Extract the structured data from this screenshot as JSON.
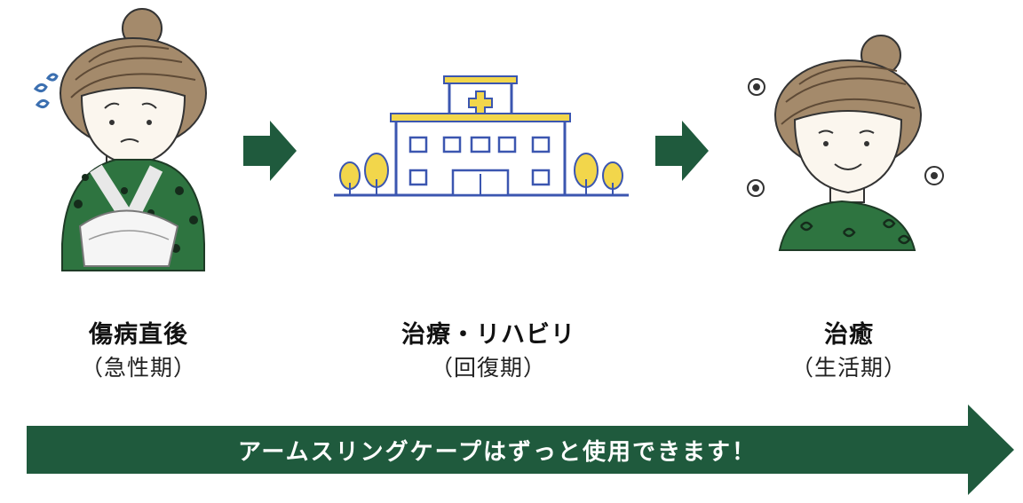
{
  "stages": [
    {
      "title": "傷病直後",
      "subtitle": "（急性期）"
    },
    {
      "title": "治療・リハビリ",
      "subtitle": "（回復期）"
    },
    {
      "title": "治癒",
      "subtitle": "（生活期）"
    }
  ],
  "banner": {
    "text": "アームスリングケープはずっと使用できます！"
  },
  "colors": {
    "dark_green": "#1f5a3d",
    "hair": "#a48a6b",
    "building_blue": "#3b56b0",
    "tree_yellow": "#f2d64b"
  },
  "icons": [
    "injured-woman-illustration",
    "hospital-illustration",
    "healed-woman-illustration",
    "right-arrow-icon",
    "flower-icon",
    "sweat-drops-icon"
  ]
}
